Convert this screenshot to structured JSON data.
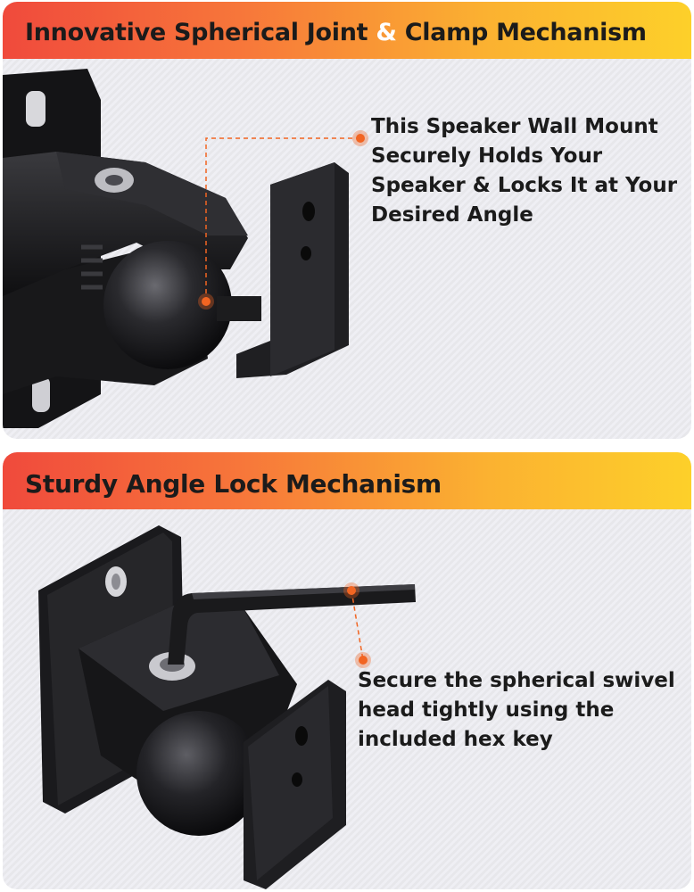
{
  "panel1": {
    "title_part1": "Innovative Spherical Joint ",
    "title_amp": "&",
    "title_part2": " Clamp Mechanism",
    "callout_lines": [
      "This Speaker Wall Mount",
      "Securely Holds Your",
      "Speaker & Locks It at Your",
      "Desired Angle"
    ]
  },
  "panel2": {
    "title": "Sturdy Angle Lock Mechanism",
    "callout_lines": [
      "Secure the spherical swivel",
      "head tightly using the",
      "included hex key"
    ]
  },
  "colors": {
    "banner_start": "#f04a3c",
    "banner_end": "#fdd02a",
    "marker": "#f26522",
    "mount": "#1c1c1e"
  }
}
